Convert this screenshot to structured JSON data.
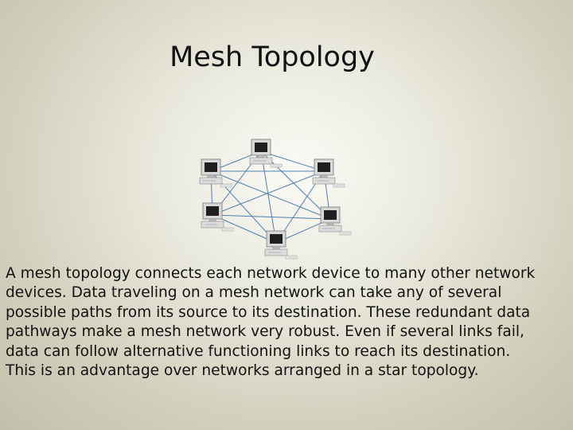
{
  "slide": {
    "title": "Mesh Topology",
    "body_lines": [
      "A mesh topology connects each network device to many other network",
      "devices.  Data traveling on a mesh network can take any of several",
      "possible paths from its source to its destination.  These redundant data",
      "pathways make a mesh network very robust.  Even if several links fail,",
      "data can follow alternative functioning links to reach its destination.",
      "This is an advantage over networks arranged in a star topology."
    ]
  },
  "diagram": {
    "node_icon": "desktop-computer-icon",
    "node_count": 6,
    "link_color": "#4f7fb8"
  }
}
